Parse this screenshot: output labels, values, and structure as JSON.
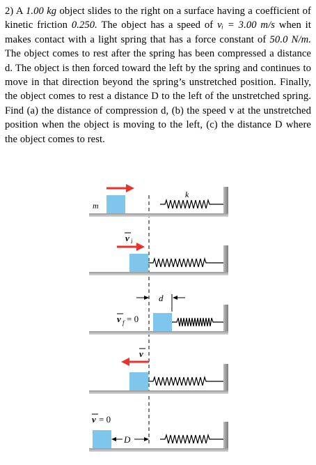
{
  "problem": {
    "number": "2)",
    "t1": "A",
    "mass": "1.00",
    "mass_unit": "kg",
    "t2": "object slides to the right on a surface having a coefficient of kinetic friction",
    "mu": "0.250.",
    "t3": "The object has a speed of",
    "vi_symbol": "vᵢ = 3.00 m/s",
    "t4": "when it makes contact with a light spring that has a force constant of",
    "k_value": "50.0 N/m.",
    "t5": "The object comes to rest after the spring has been compressed a distance d. The object is then forced toward the left by the spring and continues to move in that direction beyond the spring’s unstretched position. Finally, the object comes to rest a distance D to the left of the unstretched spring. Find (a) the distance of compression d, (b) the speed v at the unstretched position when the object is moving to the left, (c) the distance D where the object comes to rest."
  },
  "figure": {
    "m_label": "m",
    "k_label": "k",
    "vi_label": "v",
    "vi_sub": "i",
    "vf_label": "v",
    "vf_sub": "f",
    "vf_eq": "= 0",
    "d_label": "d",
    "v_label": "v",
    "v0_label": "v",
    "v0_eq": "= 0",
    "D_label": "D"
  },
  "colors": {
    "block": "#7ec6ec",
    "arrow": "#e8322a",
    "wall": "#9a9a9a",
    "floor": "#8a8a8a"
  }
}
